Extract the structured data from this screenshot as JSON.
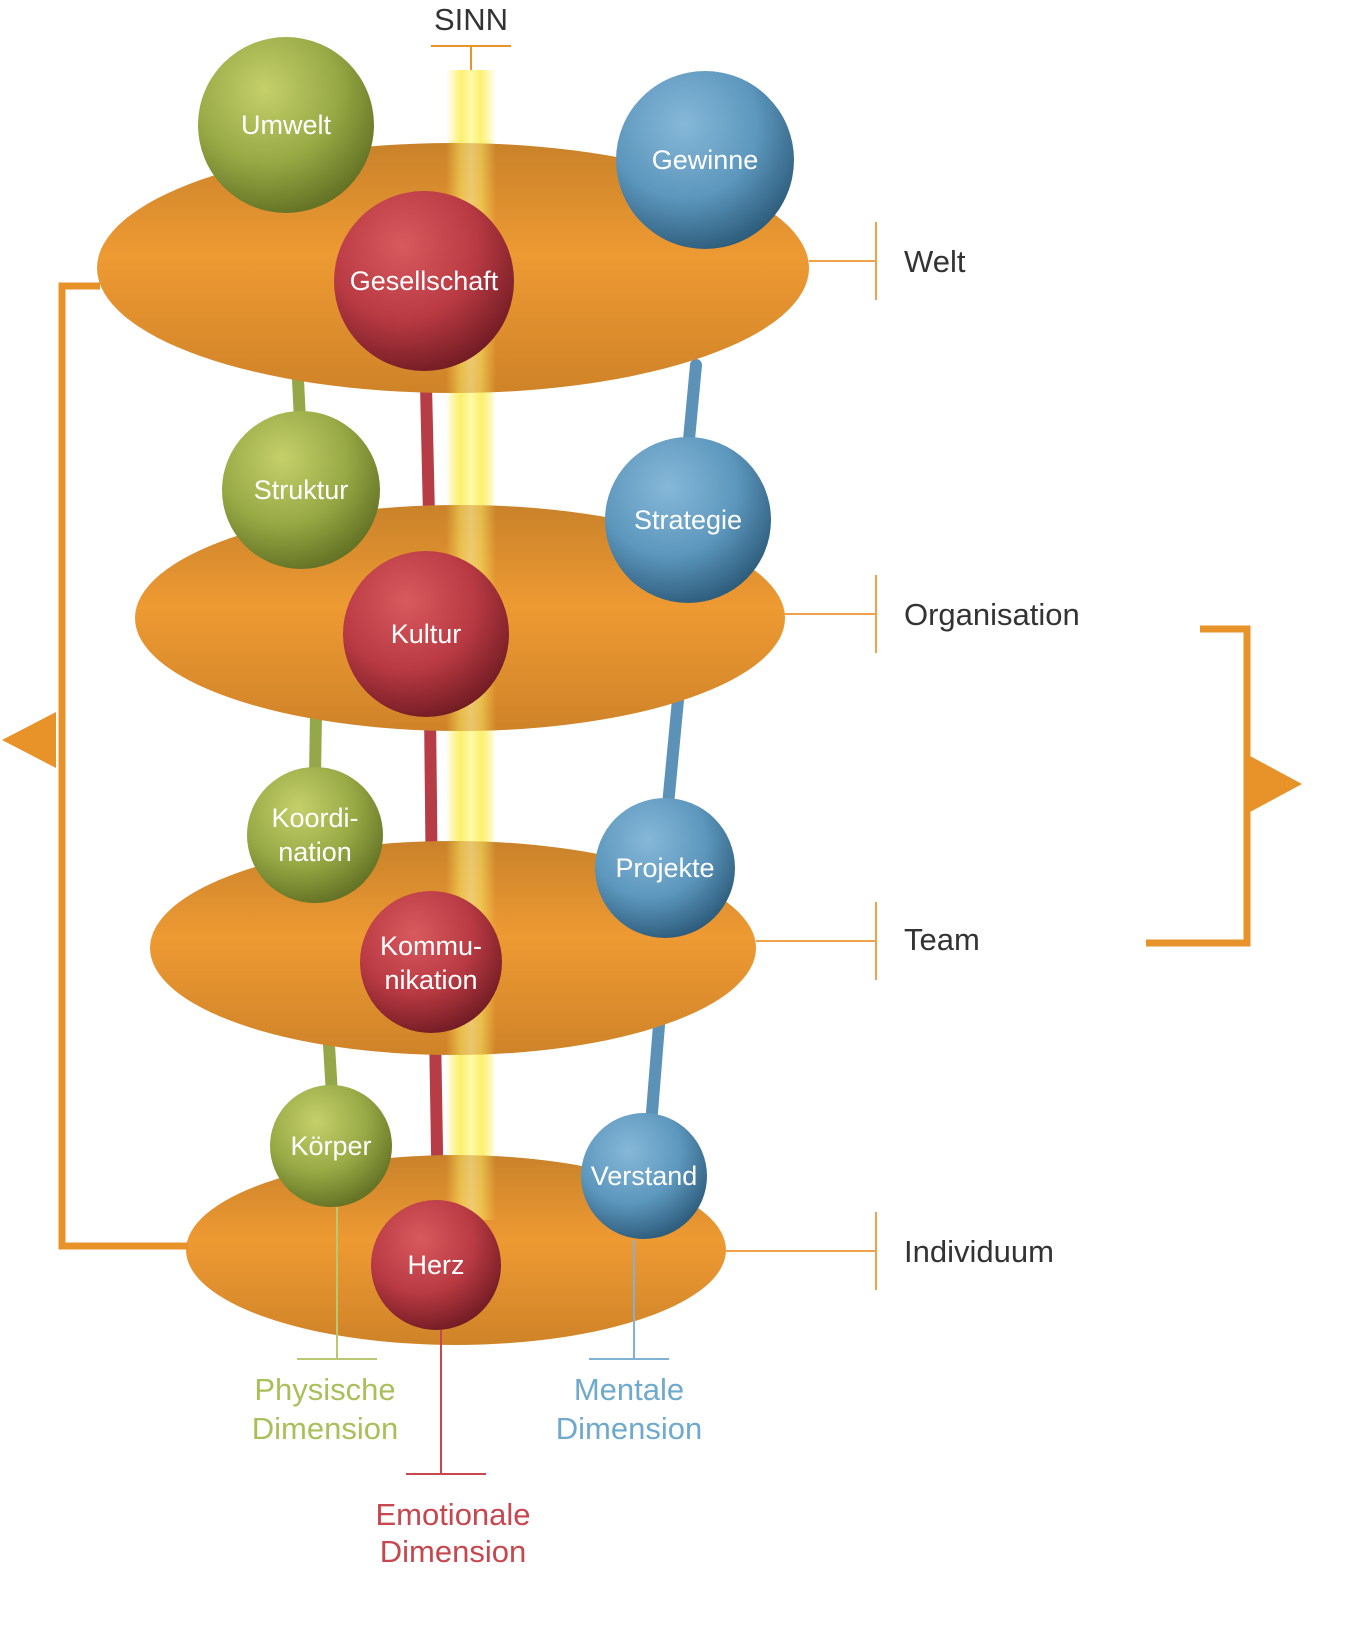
{
  "title": "SINN",
  "levels": [
    "Welt",
    "Organisation",
    "Team",
    "Individuum"
  ],
  "spheres": {
    "physical": [
      "Umwelt",
      "Struktur",
      [
        "Koordi-",
        "nation"
      ],
      "Körper"
    ],
    "emotional": [
      "Gesellschaft",
      "Kultur",
      [
        "Kommu-",
        "nikation"
      ],
      "Herz"
    ],
    "mental": [
      "Gewinne",
      "Strategie",
      "Projekte",
      "Verstand"
    ]
  },
  "dimensions": {
    "physical": [
      "Physische",
      "Dimension"
    ],
    "emotional": [
      "Emotionale",
      "Dimension"
    ],
    "mental": [
      "Mentale",
      "Dimension"
    ]
  },
  "colors": {
    "disc": "#e8952e",
    "bracket": "#e8922a",
    "physical": "#9aac46",
    "emotional": "#b83a44",
    "mental": "#5d97bd",
    "physical_text": "#a9bf5a",
    "emotional_text": "#c7474f",
    "mental_text": "#6fa9cd",
    "sinn_beam": "#fbf06a"
  }
}
